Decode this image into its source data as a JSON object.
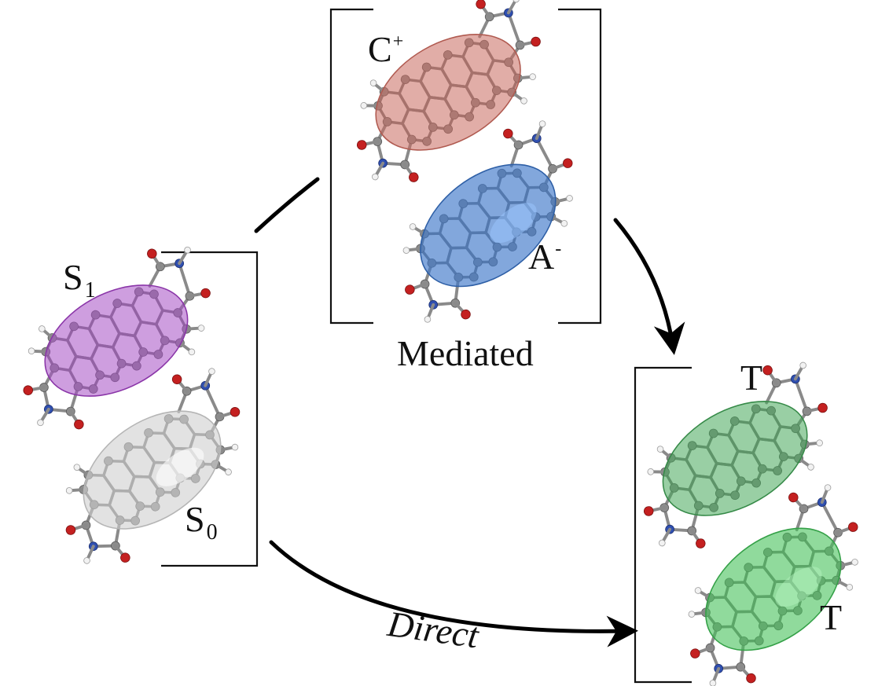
{
  "colors": {
    "s1": "#a64fc4",
    "s0": "#cfcfcf",
    "cation": "#c96a5e",
    "anion": "#3f78c9",
    "triplet": "#46a85a",
    "oxygen": "#c42020",
    "nitrogen": "#2f4fb0",
    "hydrogen": "#f2f2f2",
    "carbon": "#8c8c8c"
  },
  "labels": {
    "s1_main": "S",
    "s1_sub": "1",
    "s0_main": "S",
    "s0_sub": "0",
    "cation_main": "C",
    "cation_sup": "+",
    "anion_main": "A",
    "anion_sup": "-",
    "triplet_top": "T",
    "triplet_bottom": "T",
    "mediated": "Mediated",
    "direct": "Direct"
  }
}
